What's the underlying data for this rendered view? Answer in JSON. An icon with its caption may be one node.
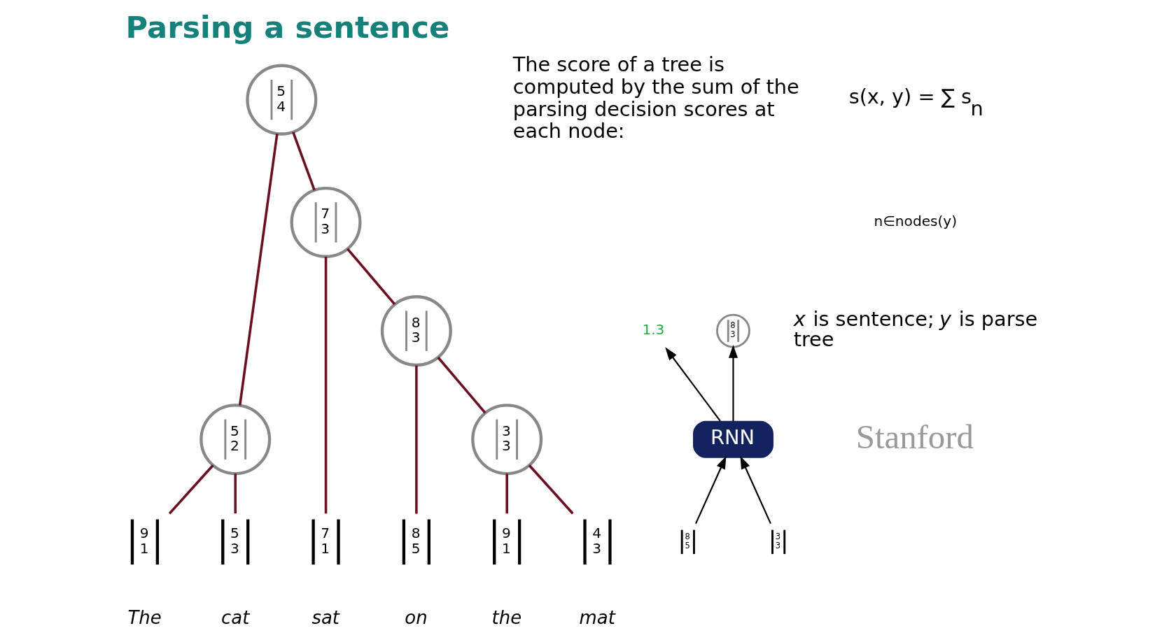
{
  "diagram": {
    "title": "Parsing a sentence",
    "nodes": [
      {
        "text": [
          "5 4"
        ]
      },
      {
        "text": [
          "7 3"
        ]
      },
      {
        "text": [
          "5 2"
        ]
      },
      {
        "text": [
          "8 3"
        ]
      },
      {
        "text": [
          "3 3"
        ]
      },
      {
        "text": [
          "9 1"
        ],
        "beside": [
          "*The*"
        ]
      },
      {
        "text": [
          "5 3"
        ],
        "beside": [
          "*cat*"
        ]
      },
      {
        "text": [
          "7 1"
        ],
        "beside": [
          "*sat*"
        ]
      },
      {
        "text": [
          "8 5"
        ],
        "beside": [
          "*on*"
        ]
      },
      {
        "text": [
          "9 1"
        ],
        "beside": [
          "*the*"
        ]
      },
      {
        "text": [
          "4 3"
        ],
        "beside": [
          "*mat*"
        ]
      },
      {
        "text": [
          "1.3"
        ]
      },
      {
        "text": [
          "8 3"
        ]
      },
      {
        "text": [
          "RNN"
        ]
      },
      {
        "text": [
          "8 5"
        ]
      },
      {
        "text": [
          "3 3"
        ]
      }
    ],
    "edges": [
      {
        "from": 0,
        "to": 2,
        "arrow": "none"
      },
      {
        "from": 0,
        "to": 1,
        "arrow": "none"
      },
      {
        "from": 2,
        "to": 5,
        "arrow": "none"
      },
      {
        "from": 2,
        "to": 6,
        "arrow": "none"
      },
      {
        "from": 1,
        "to": 7,
        "arrow": "none"
      },
      {
        "from": 1,
        "to": 3,
        "arrow": "none"
      },
      {
        "from": 3,
        "to": 8,
        "arrow": "none"
      },
      {
        "from": 3,
        "to": 4,
        "arrow": "none"
      },
      {
        "from": 4,
        "to": 9,
        "arrow": "none"
      },
      {
        "from": 4,
        "to": 10,
        "arrow": "none"
      },
      {
        "from": 13,
        "to": 11,
        "arrow": "to",
        "color": "#000000"
      },
      {
        "from": 13,
        "to": 12,
        "arrow": "to",
        "color": "#000000"
      },
      {
        "from": 14,
        "to": 13,
        "arrow": "to",
        "color": "#000000"
      },
      {
        "from": 15,
        "to": 13,
        "arrow": "to",
        "color": "#000000"
      }
    ],
    "labels": [
      "The score of a tree is computed by the sum of the parsing decision scores at each node:",
      "s(x, y) = ∑ s$_{n}$",
      "n∈nodes(y)",
      "*x* is sentence; *y* is parse tree",
      "Stanford"
    ]
  }
}
